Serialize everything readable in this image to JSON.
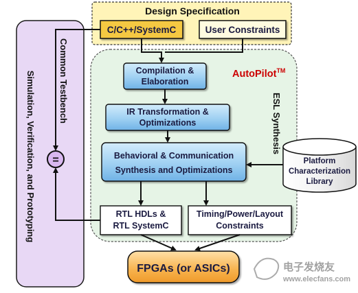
{
  "design_spec": {
    "title": "Design Specification",
    "c_input": "C/C++/SystemC",
    "user_constraints": "User Constraints"
  },
  "sidebar": {
    "label_line1": "Simulation, Verification, and Prototyping",
    "testbench_label": "Common Testbench",
    "equals_symbol": "="
  },
  "autopilot": {
    "title": "AutoPilot",
    "tm": "TM",
    "esl_label": "ESL Synthesis"
  },
  "steps": {
    "compilation_line1": "Compilation &",
    "compilation_line2": "Elaboration",
    "ir_line1": "IR Transformation &",
    "ir_line2": "Optimizations",
    "behavioral_line1": "Behavioral & Communication",
    "behavioral_line2": "Synthesis and Optimizations"
  },
  "outputs": {
    "rtl_line1": "RTL HDLs &",
    "rtl_line2": "RTL SystemC",
    "timing_line1": "Timing/Power/Layout",
    "timing_line2": "Constraints"
  },
  "library": {
    "line1": "Platform",
    "line2": "Characterization",
    "line3": "Library"
  },
  "target": {
    "label": "FPGAs (or ASICs)"
  },
  "watermark": {
    "cn_text": "电子发烧友",
    "url": "www.elecfans.com"
  },
  "colors": {
    "spec_fill": "#fff4b8",
    "input_fill": "#f5c842",
    "sidebar_fill": "#e8d8f5",
    "autopilot_fill": "#e6f4e6",
    "step_fill": "#8fc6ee",
    "fpga_fill": "#f5a742",
    "title_red": "#cc0000"
  }
}
